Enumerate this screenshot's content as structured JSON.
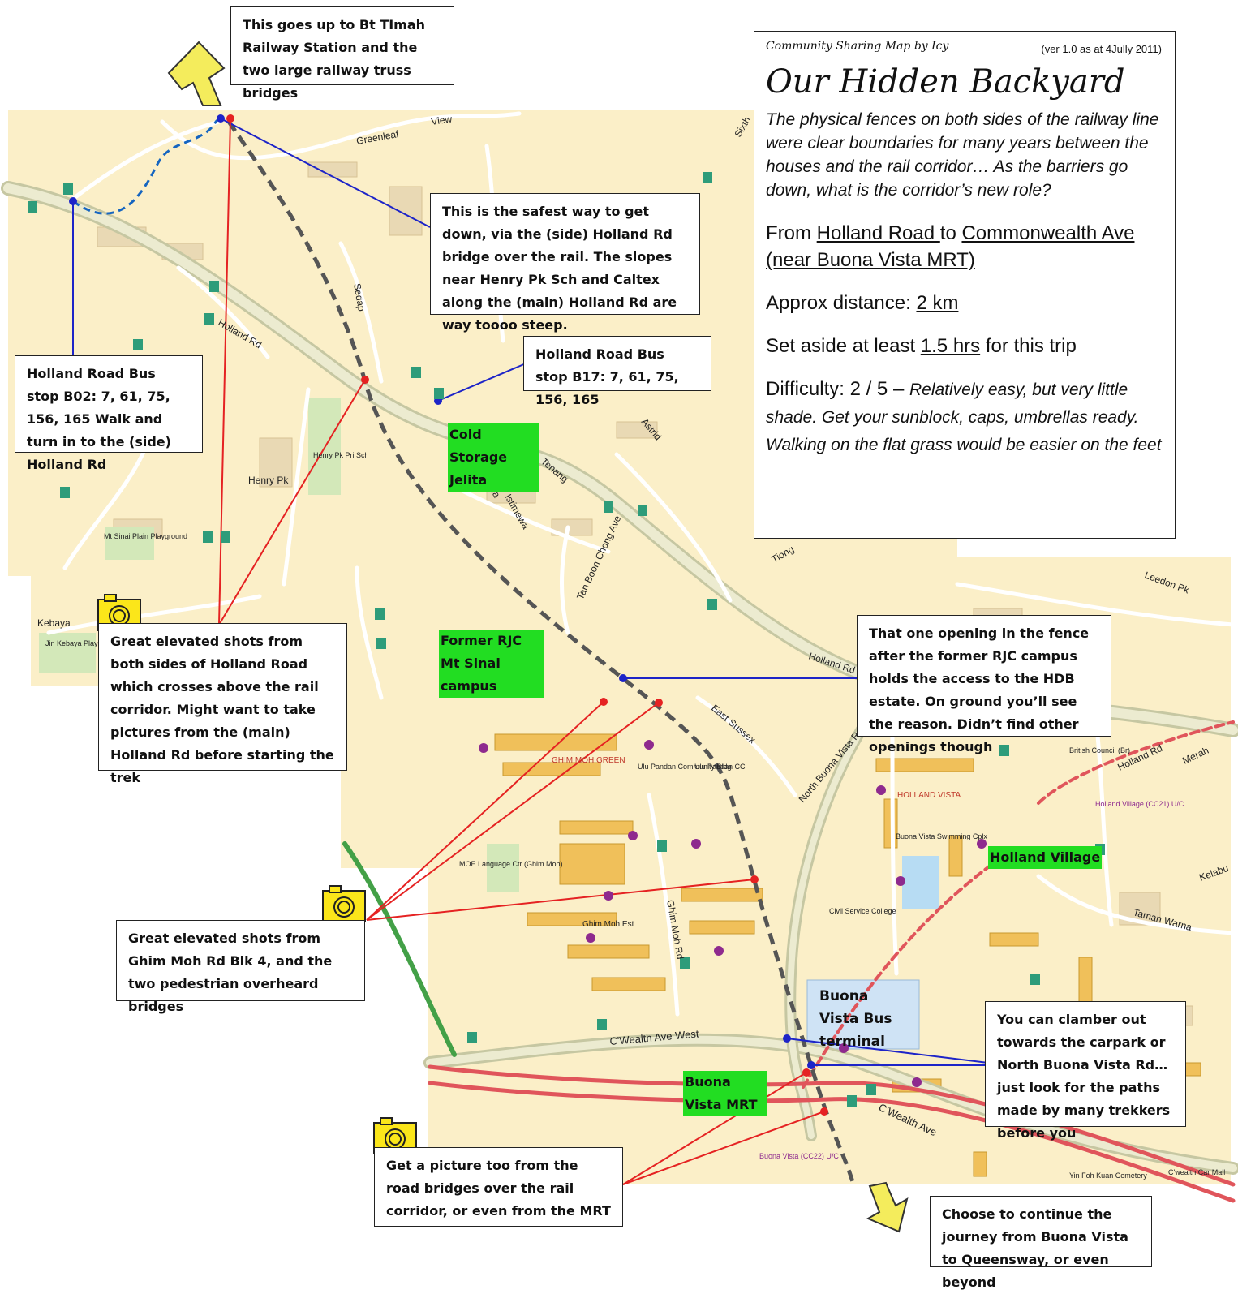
{
  "info_panel": {
    "credit": "Community Sharing Map by Icy",
    "version": "(ver 1.0 as at 4Jully 2011)",
    "title": "Our Hidden Backyard",
    "intro": "The physical fences on both sides of the railway line were clear boundaries for many years between the houses and the rail corridor… As the barriers go down, what is the corridor’s new role?",
    "route": {
      "prefix": "From ",
      "start": "Holland Road ",
      "mid": "to ",
      "end": "Commonwealth Ave (near Buona Vista MRT)"
    },
    "distance": {
      "label": "Approx distance: ",
      "value": "2 km"
    },
    "time": {
      "prefix": "Set aside at least ",
      "value": "1.5 hrs",
      "suffix": " for this trip"
    },
    "difficulty": {
      "label": "Difficulty: 2 / 5 – ",
      "note": "Relatively easy, but very little shade. Get your sunblock, caps, umbrellas ready. Walking on the flat grass would be easier on the feet"
    }
  },
  "callouts": {
    "top": "This goes up to Bt TImah Railway Station and the two large railway truss bridges",
    "safest": "This is the safest way to get down, via the (side) Holland Rd bridge over the rail. The slopes near Henry Pk Sch and Caltex along the (main) Holland Rd are way toooo steep.",
    "b17": "Holland Road Bus stop B17: 7, 61, 75, 156, 165",
    "b02": "Holland Road Bus stop B02: 7, 61, 75, 156, 165 Walk and turn in to the (side) Holland Rd",
    "elevated_holland": "Great elevated shots from both sides of Holland Road which crosses above the rail corridor. Might want to take pictures from the (main) Holland Rd before starting the trek",
    "opening": "That one opening in the fence after the former RJC campus holds the access to the HDB estate. On ground you’ll see the reason. Didn’t find other openings though",
    "ghim_moh": "Great elevated shots from Ghim Moh Rd Blk 4, and the two pedestrian overheard bridges",
    "clamber": "You can clamber out towards the carpark or North Buona Vista Rd… just look for the paths made by many trekkers before you",
    "road_bridges": "Get a picture too from the road bridges over the rail corridor,  or even from the MRT",
    "continue": "Choose to continue the journey from Buona Vista to Queensway, or even beyond"
  },
  "highlights": {
    "cold_storage": "Cold Storage Jelita",
    "rjc": "Former RJC Mt Sinai campus",
    "holland_village": "Holland Village",
    "buona_vista_mrt": "Buona Vista MRT",
    "bus_terminal": "Buona Vista Bus terminal"
  },
  "map_labels": {
    "holland_rd_1": "Holland Rd",
    "holland_rd_2": "Holland Rd",
    "holland_rd_3": "Holland Rd",
    "greenleaf": "Greenleaf",
    "view": "View",
    "sixth": "Sixth",
    "sedap": "Sedap",
    "henry_pk": "Henry Pk",
    "henry_pk_sch": "Henry Pk Pri Sch",
    "mt_sinai_playground": "Mt Sinai Plain Playground",
    "kebaya": "Kebaya",
    "jin_kebaya": "Jin Kebaya Playground",
    "astrid": "Astrid",
    "tenang": "Tenang",
    "istimewa": "Istimewa",
    "jelita": "Jelita",
    "tan_boon_chong": "Tan Boon Chong Ave",
    "tiong": "Tiong",
    "leedon_pk": "Leedon Pk",
    "east_sussex": "East Sussex",
    "north_buona_vista": "North Buona Vista Rd",
    "holland_vista": "HOLLAND VISTA",
    "ghim_moh_rd": "Ghim Moh Rd",
    "ghim_moh_green": "GHIM MOH GREEN",
    "ulu_pandan": "Ulu Pandan Community Bldg",
    "ulu_pandan_cc": "Ulu Pandan CC",
    "moe": "MOE Language Ctr (Ghim Moh)",
    "ghim_moh_est": "Ghim Moh Est",
    "cwealth_west": "C'Wealth Ave West",
    "cwealth_ave": "C'Wealth Ave",
    "buona_vista_cc22": "Buona Vista (CC22) U/C",
    "holland_village_cc21": "Holland Village (CC21) U/C",
    "british_council": "British Council (Br)",
    "civil_service": "Civil Service College",
    "buona_vista_pool": "Buona Vista Swimming Cplx",
    "yin_foh_kuan": "Yin Foh Kuan Cemetery",
    "cwealth_carmall": "C'wealth Car Mall",
    "taman_warna": "Taman Warna",
    "merah": "Merah",
    "kelabu": "Kelabu"
  }
}
